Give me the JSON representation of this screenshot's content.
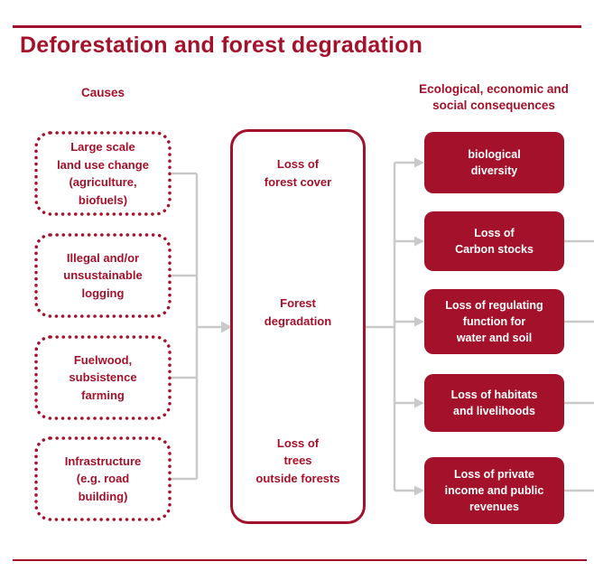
{
  "title": "Deforestation and forest degradation",
  "headers": {
    "causes": "Causes",
    "consequences": "Ecological, economic and\nsocial consequences"
  },
  "causes": [
    {
      "label": "Large scale\nland use change\n(agriculture,\nbiofuels)"
    },
    {
      "label": "Illegal and/or\nunsustainable\nlogging"
    },
    {
      "label": "Fuelwood,\nsubsistence\nfarming"
    },
    {
      "label": "Infrastructure\n(e.g. road\nbuilding)"
    }
  ],
  "process": [
    {
      "label": "Loss of\nforest cover"
    },
    {
      "label": "Forest\ndegradation"
    },
    {
      "label": "Loss of\ntrees\noutside forests"
    }
  ],
  "consequences": [
    {
      "label": "biological\ndiversity"
    },
    {
      "label": "Loss of\nCarbon stocks"
    },
    {
      "label": "Loss of regulating\nfunction for\nwater and soil"
    },
    {
      "label": "Loss of habitats\nand livelihoods"
    },
    {
      "label": "Loss of private\nincome and public\nrevenues"
    }
  ],
  "colors": {
    "primary": "#A3112A",
    "connector": "#C9C9C9",
    "background": "#FFFFFF"
  }
}
